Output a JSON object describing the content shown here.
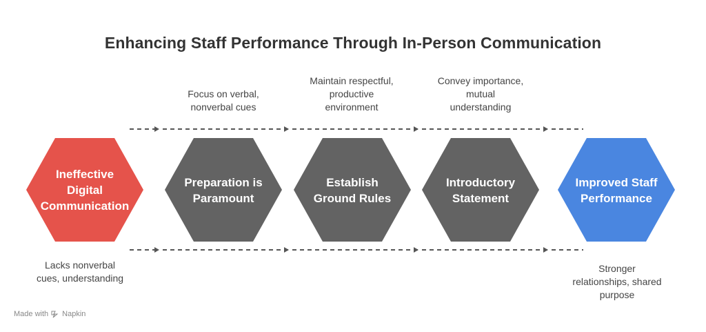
{
  "title": "Enhancing Staff Performance Through In-Person Communication",
  "colors": {
    "start": "#E5534B",
    "middle": "#636363",
    "end": "#4A86E0",
    "connector": "#555555"
  },
  "steps": [
    {
      "label": "Ineffective\nDigital\nCommunication",
      "color_key": "start"
    },
    {
      "label": "Preparation is\nParamount",
      "color_key": "middle"
    },
    {
      "label": "Establish\nGround Rules",
      "color_key": "middle"
    },
    {
      "label": "Introductory\nStatement",
      "color_key": "middle"
    },
    {
      "label": "Improved Staff\nPerformance",
      "color_key": "end"
    }
  ],
  "notes_top": [
    "Focus on verbal,\nnonverbal cues",
    "Maintain respectful,\nproductive\nenvironment",
    "Convey importance,\nmutual\nunderstanding"
  ],
  "notes_bottom": [
    "Lacks nonverbal\ncues, understanding",
    "Stronger\nrelationships, shared\npurpose"
  ],
  "footer": {
    "made_with": "Made with",
    "brand": "Napkin",
    "logo_icon": "napkin-logo-icon"
  }
}
